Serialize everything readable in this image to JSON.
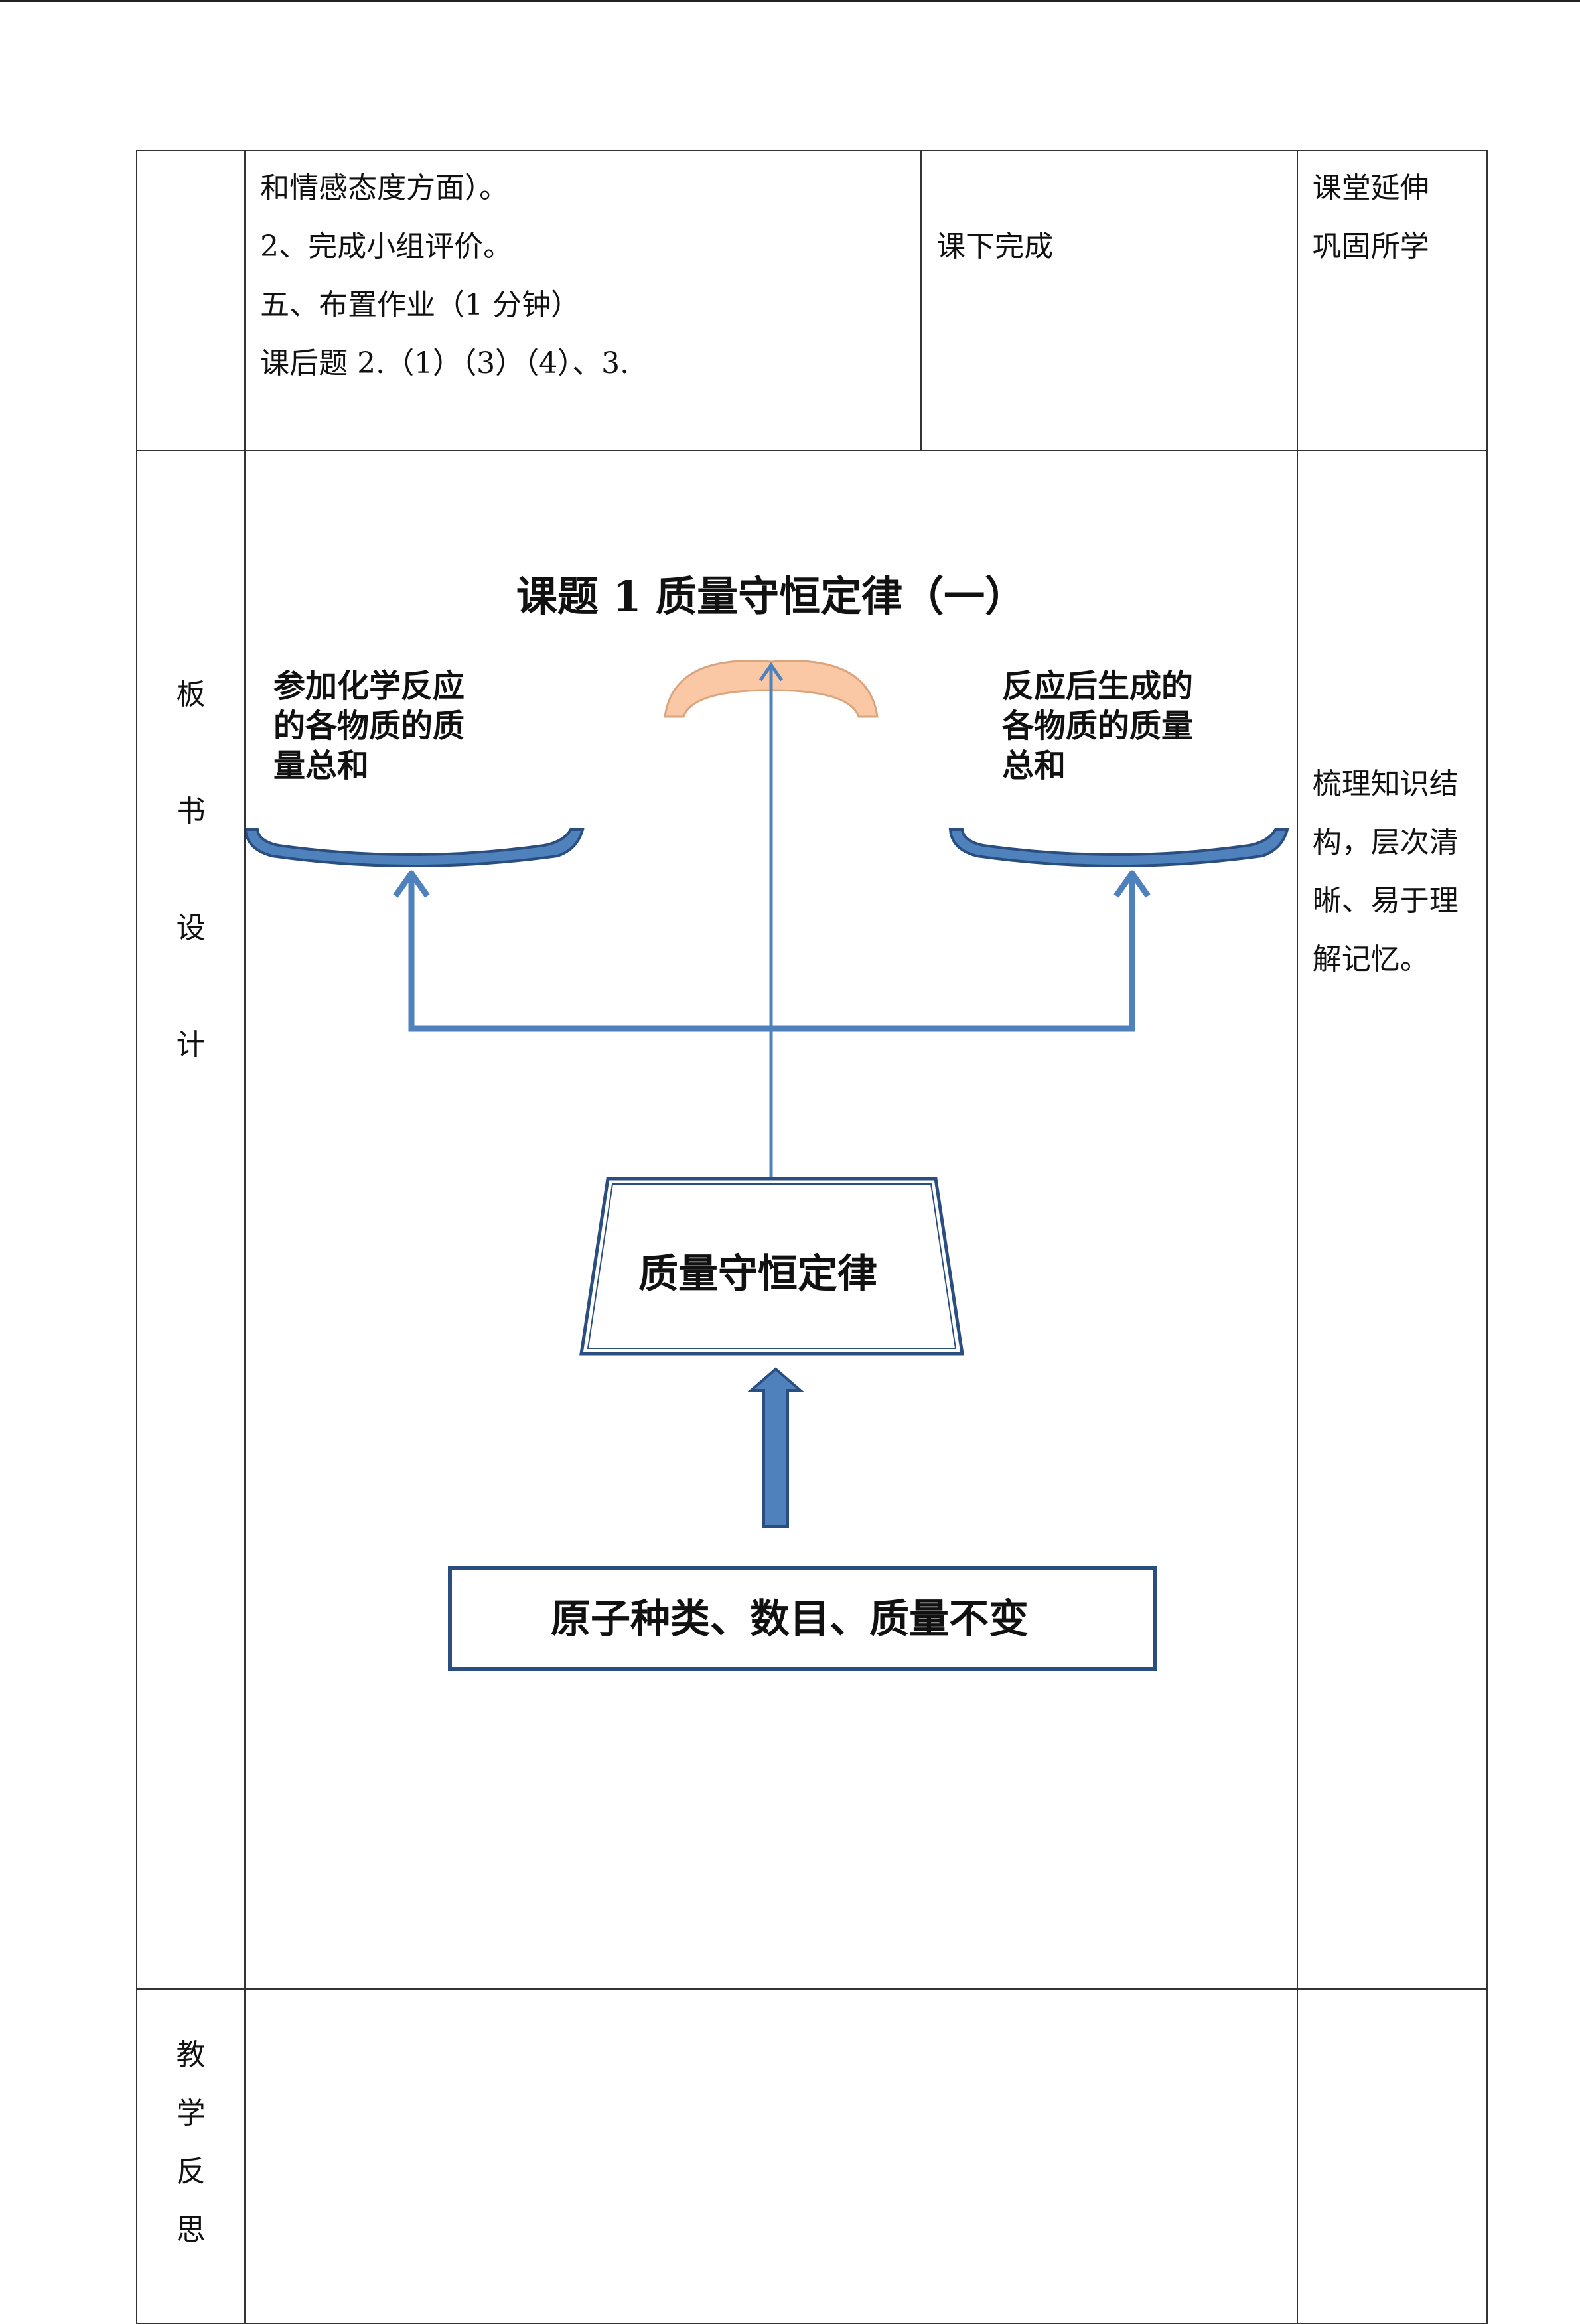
{
  "row1": {
    "lines": [
      "和情感态度方面）。",
      "2、完成小组评价。",
      "五、布置作业（1 分钟）",
      "课后题 2.（1）（3）（4）、3."
    ],
    "student_activity": "课下完成",
    "intent": [
      "课堂延伸",
      "巩固所学"
    ]
  },
  "row2": {
    "label_chars": [
      "板",
      "书",
      "设",
      "计"
    ],
    "board": {
      "title": "课题 1  质量守恒定律（一）",
      "left_pan_text": [
        "参加化学反应",
        "的各物质的质",
        "量总和"
      ],
      "right_pan_text": [
        "反应后生成的",
        "各物质的质量",
        "总和"
      ],
      "center_box": "质量守恒定律",
      "base_box": "原子种类、数目、质量不变",
      "colors": {
        "arrow": "#4f81bd",
        "pan": "#3d6fb0",
        "pan_edge": "#2a4e80",
        "knob": "#fac8a4",
        "box_border": "#2a4e80"
      }
    },
    "intent": [
      "梳理知识结",
      "构，层次清",
      "晰、易于理",
      "解记忆。"
    ]
  },
  "row3": {
    "label_chars": [
      "教",
      "学",
      "反",
      "思"
    ]
  }
}
